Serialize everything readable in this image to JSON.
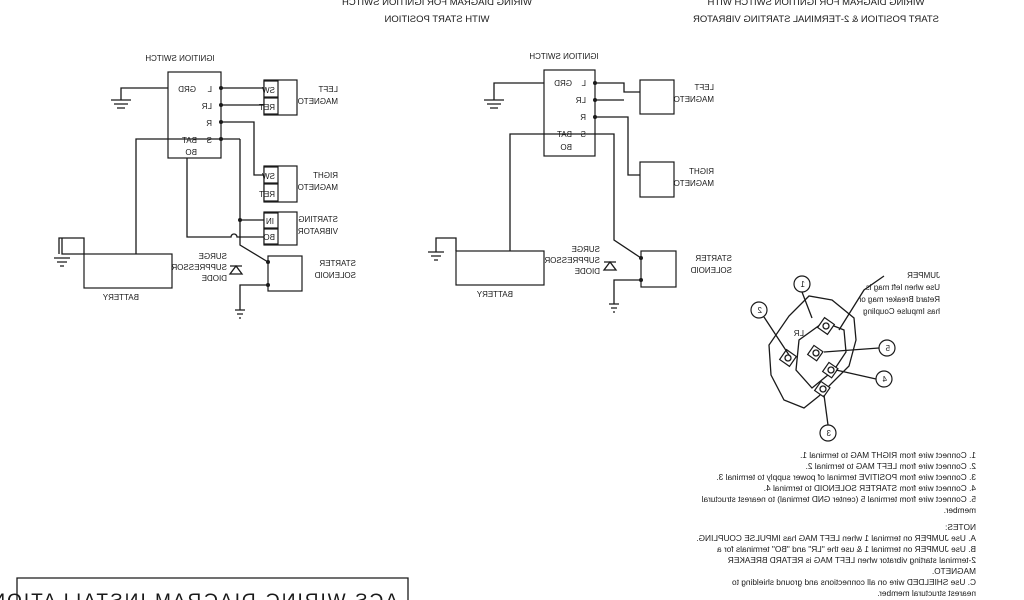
{
  "left_diagram": {
    "title_line1": "WIRING DIAGRAM FOR IGNITION SWITCH WITH",
    "title_line2": "START POSITION & 2-TERMINAL STARTING VIBRATOR",
    "switch_label": "IGNITION SWITCH",
    "switch_terminals": [
      "L",
      "GRD",
      "LR",
      "R",
      "S",
      "BAT",
      "BO"
    ],
    "left_magneto_label": [
      "LEFT",
      "MAGNETO"
    ],
    "left_magneto_terms": [
      "SW",
      "RET"
    ],
    "right_magneto_label": [
      "RIGHT",
      "MAGNETO"
    ],
    "right_magneto_terms": [
      "SW",
      "RET"
    ],
    "vibrator_label": [
      "STARTING",
      "VIBRATOR"
    ],
    "vibrator_terms": [
      "IN",
      "BO"
    ],
    "surge_label": [
      "SURGE",
      "SUPPRESSOR",
      "DIODE"
    ],
    "solenoid_label": [
      "STARTER",
      "SOLENOID"
    ],
    "battery_label": "BATTERY"
  },
  "right_diagram": {
    "title_line1": "WIRING DIAGRAM FOR IGNITION SWITCH",
    "title_line2": "WITH START POSITION",
    "switch_label": "IGNITION SWITCH",
    "switch_terminals": [
      "L",
      "GRD",
      "LR",
      "R",
      "S",
      "BAT",
      "BO"
    ],
    "left_magneto_label": [
      "LEFT",
      "MAGNETO"
    ],
    "right_magneto_label": [
      "RIGHT",
      "MAGNETO"
    ],
    "surge_label": [
      "SURGE",
      "SUPPRESSOR",
      "DIODE"
    ],
    "solenoid_label": [
      "STARTER",
      "SOLENOID"
    ],
    "battery_label": "BATTERY"
  },
  "connector": {
    "numbers": [
      "1",
      "2",
      "3",
      "4",
      "5"
    ],
    "center_label": "LR",
    "jumper_note": [
      "JUMPER",
      "Use when left mag is",
      "Retard Breaker mag or",
      "has Impulse Coupling"
    ]
  },
  "instructions": [
    "1. Connect wire from RIGHT MAG to terminal 1.",
    "2. Connect wire from LEFT MAG to terminal 2.",
    "3. Connect wire from POSITIVE terminal of power supply to terminal 3.",
    "4. Connect wire from STARTER SOLENOID to terminal 4.",
    "5. Connect wire from terminal 5 (center GND terminal) to nearest structural",
    "    member."
  ],
  "notes_title": "NOTES:",
  "notes": [
    "A. Use JUMPER on terminal 1 when LEFT MAG has IMPULSE COUPLING.",
    "B. Use JUMPER on terminal 1 & use the \"LR\" and \"BO\" terminals for a",
    "    2-terminal starting vibrator when LEFT MAG is RETARD BREAKER",
    "    MAGNETO.",
    "C. Use SHIELDED wire on all connections and ground shielding to",
    "    nearest structural member."
  ],
  "footer_title": "ACS WIRING DIAGRAM INSTALLATION"
}
